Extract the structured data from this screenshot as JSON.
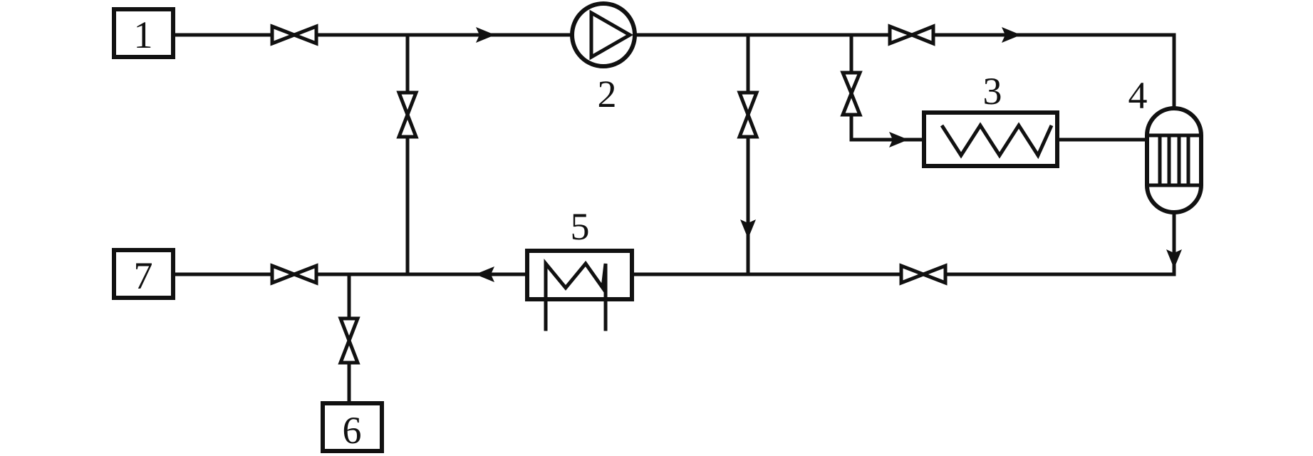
{
  "diagram": {
    "labels": {
      "n1": "1",
      "n2": "2",
      "n3": "3",
      "n4": "4",
      "n5": "5",
      "n6": "6",
      "n7": "7"
    },
    "line_color": "#111111",
    "background": "#ffffff"
  }
}
